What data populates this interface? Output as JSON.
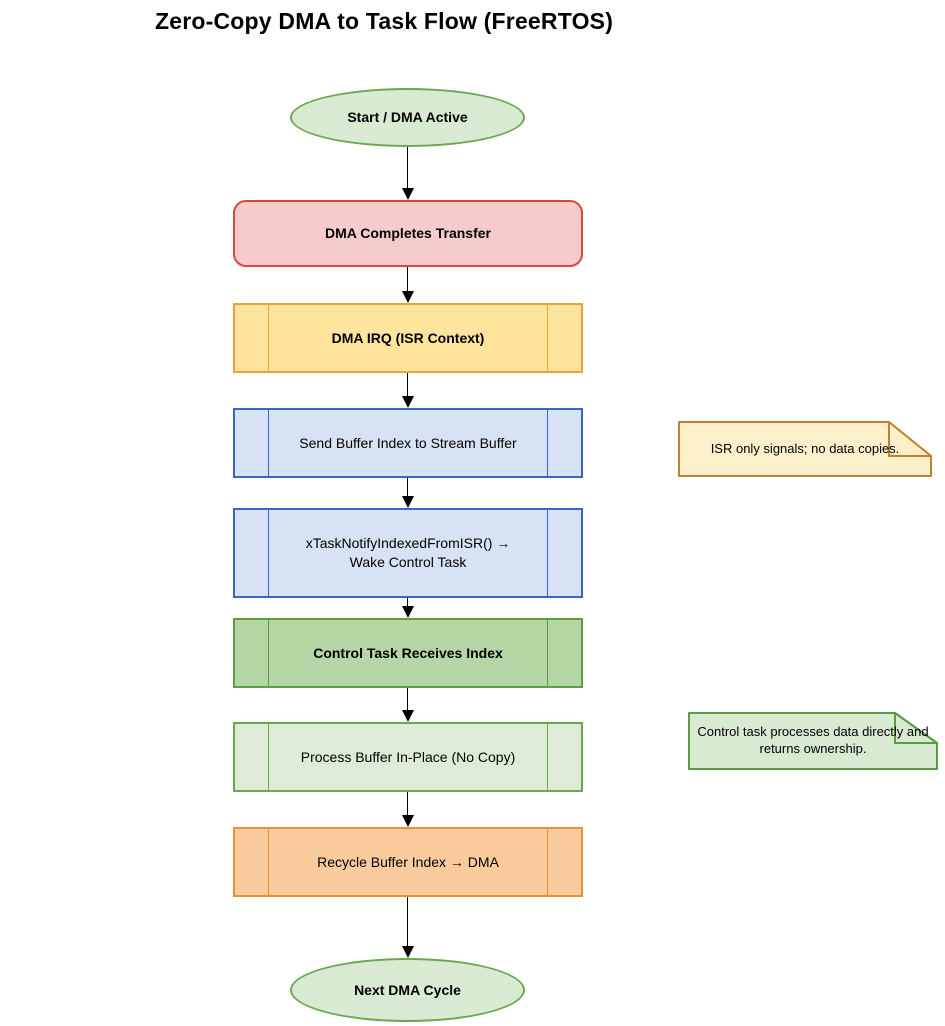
{
  "title": "Zero-Copy DMA to Task Flow (FreeRTOS)",
  "nodes": [
    {
      "id": "start",
      "type": "ellipse",
      "label": "Start / DMA Active"
    },
    {
      "id": "dma-completes",
      "type": "rounded",
      "label": "DMA Completes Transfer"
    },
    {
      "id": "dma-irq",
      "type": "process",
      "label": "DMA IRQ (ISR Context)"
    },
    {
      "id": "send-buffer",
      "type": "process",
      "label": "Send Buffer Index to Stream Buffer"
    },
    {
      "id": "task-notify",
      "type": "process",
      "label": "xTaskNotifyIndexedFromISR() →\nWake Control Task"
    },
    {
      "id": "control-task",
      "type": "process",
      "label": "Control Task Receives Index"
    },
    {
      "id": "process-buffer",
      "type": "process",
      "label": "Process Buffer In-Place (No Copy)"
    },
    {
      "id": "recycle-buffer",
      "type": "process",
      "label": "Recycle Buffer Index → DMA"
    },
    {
      "id": "next-cycle",
      "type": "ellipse",
      "label": "Next DMA Cycle"
    }
  ],
  "notes": [
    {
      "id": "isr-note",
      "label": "ISR only signals; no data copies."
    },
    {
      "id": "control-note",
      "label": "Control task processes data directly and returns ownership."
    }
  ],
  "colors": {
    "start_fill": "#d9ead3",
    "start_stroke": "#6aa84f",
    "red_fill": "#f5cccb",
    "red_stroke": "#e0453c",
    "yellow_fill": "#ffe49e",
    "yellow_stroke": "#e8a33d",
    "blue_fill": "#d7e3f4",
    "blue_stroke": "#3a66c6",
    "green_fill": "#b5d7a6",
    "green_stroke": "#5f9c4a",
    "lightgreen_fill": "#deecd7",
    "lightgreen_stroke": "#6aa84f",
    "orange_fill": "#f9cb9d",
    "orange_stroke": "#e69138",
    "note_yellow_fill": "#fcf0cb",
    "note_yellow_stroke": "#c07f33",
    "note_green_fill": "#d9ead3",
    "note_green_stroke": "#5a9c46",
    "arrow": "#000000"
  }
}
